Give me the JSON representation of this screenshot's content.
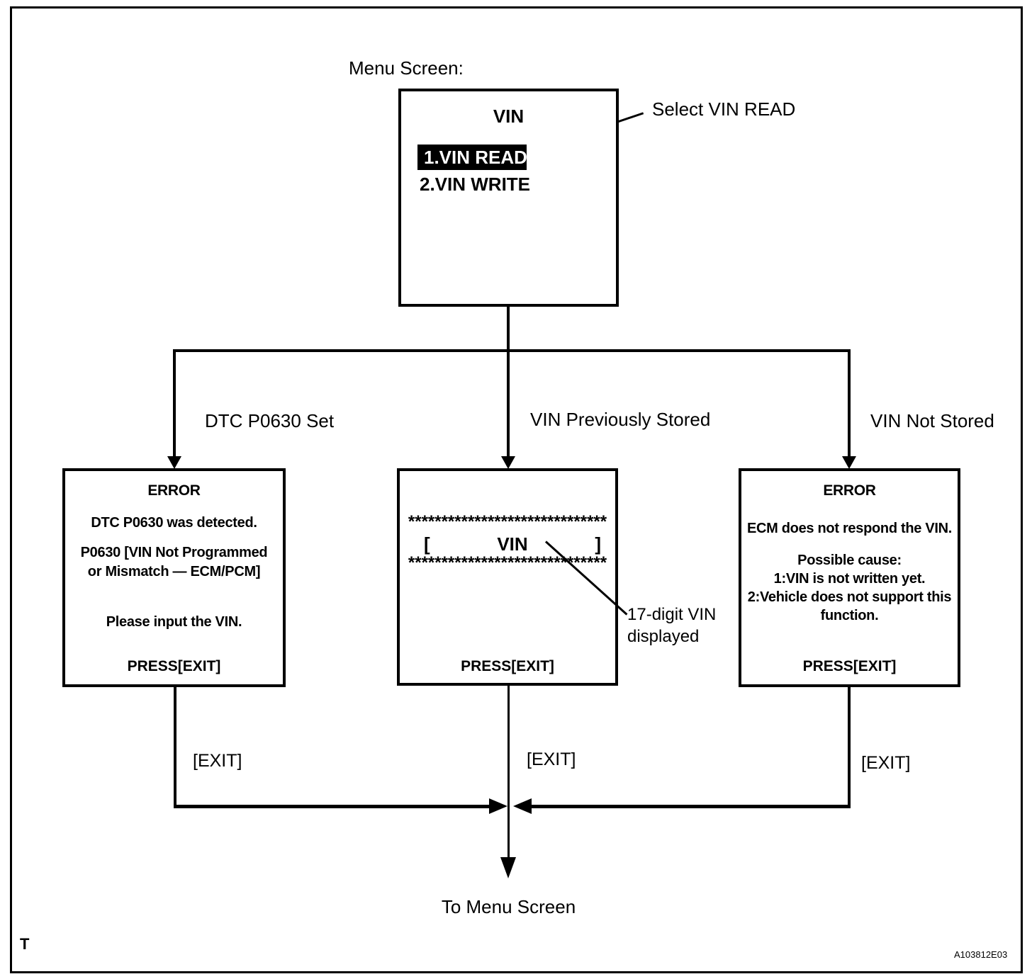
{
  "colors": {
    "ink": "#000000",
    "background": "#ffffff",
    "highlight_bg": "#000000",
    "highlight_text": "#ffffff"
  },
  "diagram": {
    "menu_screen_label": "Menu Screen:",
    "select_annotation": "Select VIN READ",
    "menu_box": {
      "title": "VIN",
      "items": [
        {
          "label": "1.VIN READ",
          "highlighted": true
        },
        {
          "label": "2.VIN WRITE",
          "highlighted": false
        }
      ]
    },
    "branches": [
      {
        "label": "DTC P0630 Set"
      },
      {
        "label": "VIN Previously Stored"
      },
      {
        "label": "VIN Not Stored"
      }
    ],
    "left_box": {
      "title": "ERROR",
      "line1": "DTC P0630 was detected.",
      "line2a": "P0630 [VIN Not Programmed",
      "line2b": "or Mismatch — ECM/PCM]",
      "line3": "Please input the VIN.",
      "press": "PRESS[EXIT]"
    },
    "middle_box": {
      "stars": "******************************",
      "bracket_open": "[",
      "vin_label": "VIN",
      "bracket_close": "]",
      "press": "PRESS[EXIT]"
    },
    "right_box": {
      "title": "ERROR",
      "line1": "ECM does not respond the VIN.",
      "line2": "Possible cause:",
      "line3": "1:VIN is not written yet.",
      "line4": "2:Vehicle does not support this",
      "line5": "function.",
      "press": "PRESS[EXIT]"
    },
    "vin_annotation_line1": "17-digit VIN",
    "vin_annotation_line2": "displayed",
    "exit_labels": [
      "[EXIT]",
      "[EXIT]",
      "[EXIT]"
    ],
    "to_menu_label": "To Menu Screen",
    "footer_left": "T",
    "footer_right": "A103812E03"
  }
}
